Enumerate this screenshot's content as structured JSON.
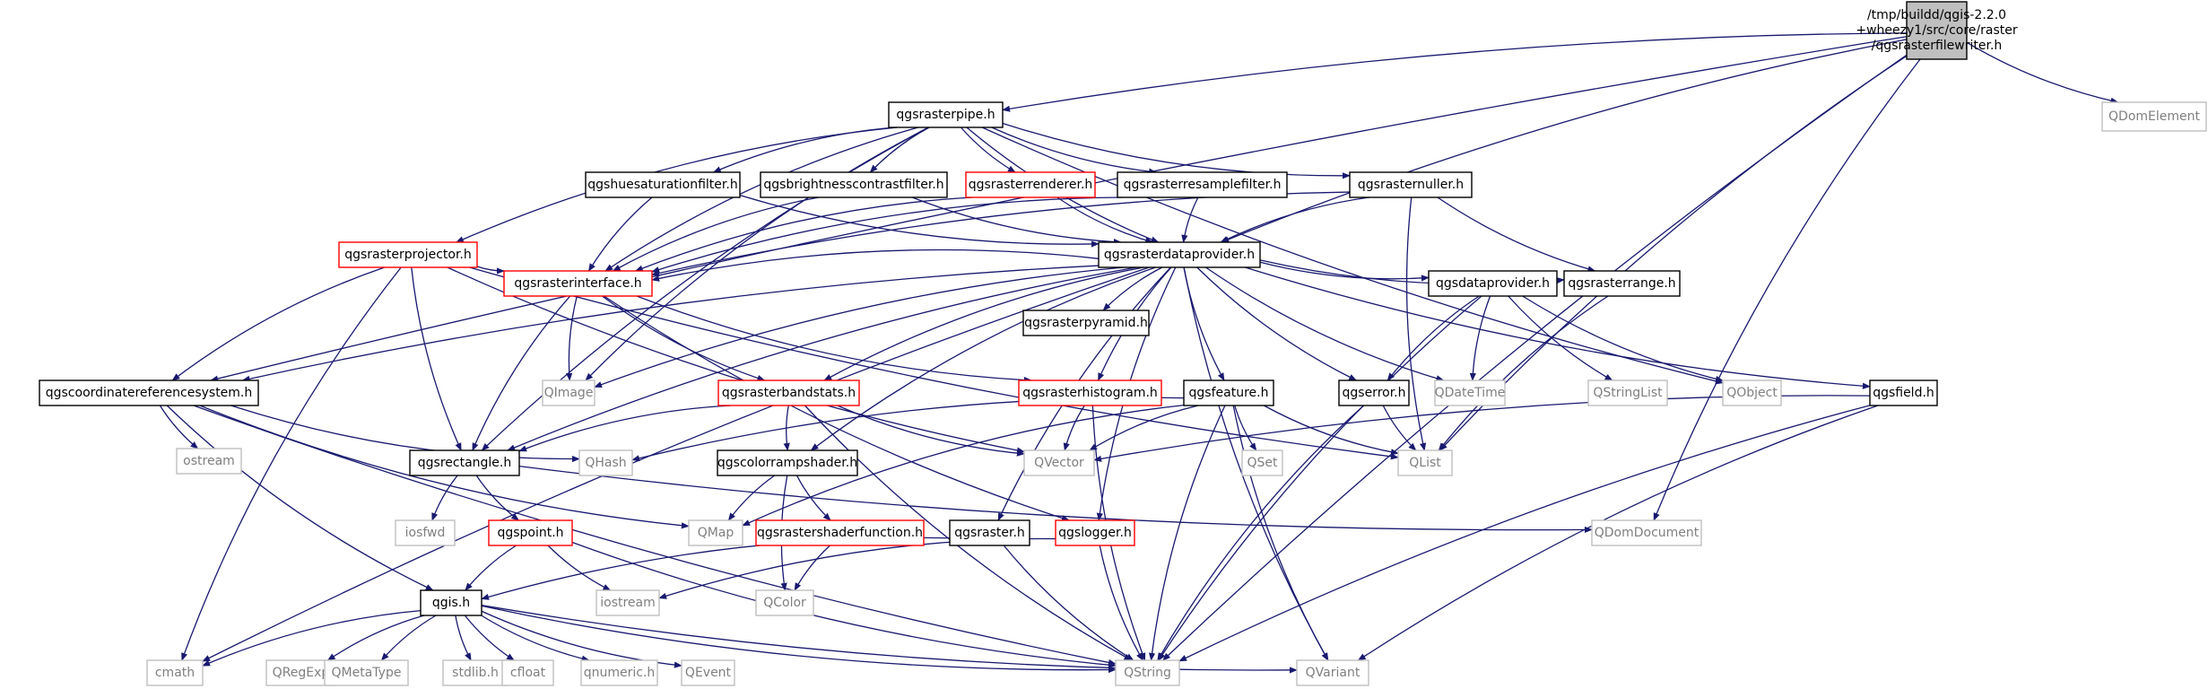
{
  "graph": {
    "nodes": [
      {
        "id": "root",
        "lines": [
          "/tmp/buildd/qgis-2.2.0",
          "+wheezy1/src/core/raster",
          "/qgsrasterfilewriter.h"
        ],
        "style": "root"
      },
      {
        "id": "qdomelement",
        "lines": [
          "QDomElement"
        ],
        "style": "gray"
      },
      {
        "id": "qgsrasterpipe",
        "lines": [
          "qgsrasterpipe.h"
        ],
        "style": "black"
      },
      {
        "id": "qgshuesaturationfilter",
        "lines": [
          "qgshuesaturationfilter.h"
        ],
        "style": "black"
      },
      {
        "id": "qgsbrightnesscontrastfilter",
        "lines": [
          "qgsbrightnesscontrastfilter.h"
        ],
        "style": "black"
      },
      {
        "id": "qgsrasterrenderer",
        "lines": [
          "qgsrasterrenderer.h"
        ],
        "style": "red"
      },
      {
        "id": "qgsrasterresamplefilter",
        "lines": [
          "qgsrasterresamplefilter.h"
        ],
        "style": "black"
      },
      {
        "id": "qgsrasternuller",
        "lines": [
          "qgsrasternuller.h"
        ],
        "style": "black"
      },
      {
        "id": "qgsrasterprojector",
        "lines": [
          "qgsrasterprojector.h"
        ],
        "style": "red"
      },
      {
        "id": "qgsrasterdataprovider",
        "lines": [
          "qgsrasterdataprovider.h"
        ],
        "style": "black"
      },
      {
        "id": "qgsrasterinterface",
        "lines": [
          "qgsrasterinterface.h"
        ],
        "style": "red"
      },
      {
        "id": "qgsrasterpyramid",
        "lines": [
          "qgsrasterpyramid.h"
        ],
        "style": "black"
      },
      {
        "id": "qgsdataprovider",
        "lines": [
          "qgsdataprovider.h"
        ],
        "style": "black"
      },
      {
        "id": "qgsrasterrange",
        "lines": [
          "qgsrasterrange.h"
        ],
        "style": "black"
      },
      {
        "id": "qgsfield",
        "lines": [
          "qgsfield.h"
        ],
        "style": "black"
      },
      {
        "id": "qimage",
        "lines": [
          "QImage"
        ],
        "style": "gray"
      },
      {
        "id": "qgscoordinatereferencesystem",
        "lines": [
          "qgscoordinatereferencesystem.h"
        ],
        "style": "black"
      },
      {
        "id": "qgsrasterbandstats",
        "lines": [
          "qgsrasterbandstats.h"
        ],
        "style": "red"
      },
      {
        "id": "qgsrasterhistogram",
        "lines": [
          "qgsrasterhistogram.h"
        ],
        "style": "red"
      },
      {
        "id": "qgsfeature",
        "lines": [
          "qgsfeature.h"
        ],
        "style": "black"
      },
      {
        "id": "qgserror",
        "lines": [
          "qgserror.h"
        ],
        "style": "black"
      },
      {
        "id": "qdatetime",
        "lines": [
          "QDateTime"
        ],
        "style": "gray"
      },
      {
        "id": "qstringlist",
        "lines": [
          "QStringList"
        ],
        "style": "gray"
      },
      {
        "id": "qobject",
        "lines": [
          "QObject"
        ],
        "style": "gray"
      },
      {
        "id": "ostream",
        "lines": [
          "ostream"
        ],
        "style": "gray"
      },
      {
        "id": "qgsrectangle",
        "lines": [
          "qgsrectangle.h"
        ],
        "style": "black"
      },
      {
        "id": "qhash",
        "lines": [
          "QHash"
        ],
        "style": "gray"
      },
      {
        "id": "qgscolorrampshader",
        "lines": [
          "qgscolorrampshader.h"
        ],
        "style": "black"
      },
      {
        "id": "qvector",
        "lines": [
          "QVector"
        ],
        "style": "gray"
      },
      {
        "id": "qset",
        "lines": [
          "QSet"
        ],
        "style": "gray"
      },
      {
        "id": "qlist",
        "lines": [
          "QList"
        ],
        "style": "gray"
      },
      {
        "id": "iosfwd",
        "lines": [
          "iosfwd"
        ],
        "style": "gray"
      },
      {
        "id": "qgspoint",
        "lines": [
          "qgspoint.h"
        ],
        "style": "red"
      },
      {
        "id": "qmap",
        "lines": [
          "QMap"
        ],
        "style": "gray"
      },
      {
        "id": "qgsrastershaderfunction",
        "lines": [
          "qgsrastershaderfunction.h"
        ],
        "style": "red"
      },
      {
        "id": "qgsraster",
        "lines": [
          "qgsraster.h"
        ],
        "style": "black"
      },
      {
        "id": "qgslogger",
        "lines": [
          "qgslogger.h"
        ],
        "style": "red"
      },
      {
        "id": "qdomdocument",
        "lines": [
          "QDomDocument"
        ],
        "style": "gray"
      },
      {
        "id": "iostream",
        "lines": [
          "iostream"
        ],
        "style": "gray"
      },
      {
        "id": "qcolor",
        "lines": [
          "QColor"
        ],
        "style": "gray"
      },
      {
        "id": "qgis",
        "lines": [
          "qgis.h"
        ],
        "style": "black"
      },
      {
        "id": "cmath",
        "lines": [
          "cmath"
        ],
        "style": "gray"
      },
      {
        "id": "qregexp",
        "lines": [
          "QRegExp"
        ],
        "style": "gray"
      },
      {
        "id": "qmetatype",
        "lines": [
          "QMetaType"
        ],
        "style": "gray"
      },
      {
        "id": "stdlib",
        "lines": [
          "stdlib.h"
        ],
        "style": "gray"
      },
      {
        "id": "cfloat",
        "lines": [
          "cfloat"
        ],
        "style": "gray"
      },
      {
        "id": "qnumeric",
        "lines": [
          "qnumeric.h"
        ],
        "style": "gray"
      },
      {
        "id": "qevent",
        "lines": [
          "QEvent"
        ],
        "style": "gray"
      },
      {
        "id": "qstring",
        "lines": [
          "QString"
        ],
        "style": "gray"
      },
      {
        "id": "qvariant",
        "lines": [
          "QVariant"
        ],
        "style": "gray"
      }
    ],
    "edges": [
      [
        "root",
        "qgsrasterpipe"
      ],
      [
        "root",
        "qgscoordinatereferencesystem"
      ],
      [
        "root",
        "qgsrasterdataprovider"
      ],
      [
        "root",
        "qdomelement"
      ],
      [
        "root",
        "qdomdocument"
      ],
      [
        "root",
        "qstring"
      ],
      [
        "root",
        "qlist"
      ],
      [
        "qgsrasterpipe",
        "qgshuesaturationfilter"
      ],
      [
        "qgsrasterpipe",
        "qgsbrightnesscontrastfilter"
      ],
      [
        "qgsrasterpipe",
        "qgsrasterrenderer"
      ],
      [
        "qgsrasterpipe",
        "qgsrasterresamplefilter"
      ],
      [
        "qgsrasterpipe",
        "qgsrasternuller"
      ],
      [
        "qgsrasterpipe",
        "qgsrasterprojector"
      ],
      [
        "qgsrasterpipe",
        "qgsrasterdataprovider"
      ],
      [
        "qgsrasterpipe",
        "qgsrasterinterface"
      ],
      [
        "qgsrasterpipe",
        "qimage"
      ],
      [
        "qgsrasterpipe",
        "qgsrectangle"
      ],
      [
        "qgsrasterpipe",
        "qobject"
      ],
      [
        "qgshuesaturationfilter",
        "qgsrasterdataprovider"
      ],
      [
        "qgshuesaturationfilter",
        "qgsrasterinterface"
      ],
      [
        "qgsbrightnesscontrastfilter",
        "qgsrasterdataprovider"
      ],
      [
        "qgsbrightnesscontrastfilter",
        "qgsrasterinterface"
      ],
      [
        "qgsrasterrenderer",
        "qgsrasterdataprovider"
      ],
      [
        "qgsrasterrenderer",
        "qgsrasterinterface"
      ],
      [
        "qgsrasterresamplefilter",
        "qgsrasterdataprovider"
      ],
      [
        "qgsrasterresamplefilter",
        "qgsrasterinterface"
      ],
      [
        "qgsrasternuller",
        "qgsrasterdataprovider"
      ],
      [
        "qgsrasternuller",
        "qgsrasterinterface"
      ],
      [
        "qgsrasternuller",
        "qgsrasterrange"
      ],
      [
        "qgsrasternuller",
        "qlist"
      ],
      [
        "qgsrasterprojector",
        "qgsrasterinterface"
      ],
      [
        "qgsrasterprojector",
        "qgscoordinatereferencesystem"
      ],
      [
        "qgsrasterprojector",
        "qgsrectangle"
      ],
      [
        "qgsrasterprojector",
        "cmath"
      ],
      [
        "qgsrasterprojector",
        "qvector"
      ],
      [
        "qgsrasterprojector",
        "qlist"
      ],
      [
        "qgsrasterdataprovider",
        "qgsrasterinterface"
      ],
      [
        "qgsrasterdataprovider",
        "qgsrasterpyramid"
      ],
      [
        "qgsrasterdataprovider",
        "qgsdataprovider"
      ],
      [
        "qgsrasterdataprovider",
        "qgsrasterrange"
      ],
      [
        "qgsrasterdataprovider",
        "qgsfield"
      ],
      [
        "qgsrasterdataprovider",
        "qimage"
      ],
      [
        "qgsrasterdataprovider",
        "qgscoordinatereferencesystem"
      ],
      [
        "qgsrasterdataprovider",
        "qgsrasterbandstats"
      ],
      [
        "qgsrasterdataprovider",
        "qgsrasterhistogram"
      ],
      [
        "qgsrasterdataprovider",
        "qgsfeature"
      ],
      [
        "qgsrasterdataprovider",
        "qgserror"
      ],
      [
        "qgsrasterdataprovider",
        "qdatetime"
      ],
      [
        "qgsrasterdataprovider",
        "qgsrectangle"
      ],
      [
        "qgsrasterdataprovider",
        "qgscolorrampshader"
      ],
      [
        "qgsrasterdataprovider",
        "qgsraster"
      ],
      [
        "qgsrasterdataprovider",
        "qgslogger"
      ],
      [
        "qgsrasterdataprovider",
        "cmath"
      ],
      [
        "qgsrasterdataprovider",
        "qvariant"
      ],
      [
        "qgsrasterinterface",
        "qgsrasterbandstats"
      ],
      [
        "qgsrasterinterface",
        "qgsrasterhistogram"
      ],
      [
        "qgsrasterinterface",
        "qimage"
      ],
      [
        "qgsrasterinterface",
        "qgsrectangle"
      ],
      [
        "qgsrasterinterface",
        "qgslogger"
      ],
      [
        "qgsdataprovider",
        "qgserror"
      ],
      [
        "qgsdataprovider",
        "qdatetime"
      ],
      [
        "qgsdataprovider",
        "qstringlist"
      ],
      [
        "qgsdataprovider",
        "qobject"
      ],
      [
        "qgsdataprovider",
        "qstring"
      ],
      [
        "qgsrasterrange",
        "qlist"
      ],
      [
        "qgsfield",
        "qvector"
      ],
      [
        "qgsfield",
        "qstring"
      ],
      [
        "qgsfield",
        "qvariant"
      ],
      [
        "qgscoordinatereferencesystem",
        "ostream"
      ],
      [
        "qgscoordinatereferencesystem",
        "qhash"
      ],
      [
        "qgscoordinatereferencesystem",
        "qgis"
      ],
      [
        "qgscoordinatereferencesystem",
        "qmap"
      ],
      [
        "qgscoordinatereferencesystem",
        "qstring"
      ],
      [
        "qgsrasterbandstats",
        "qgsrectangle"
      ],
      [
        "qgsrasterbandstats",
        "qgscolorrampshader"
      ],
      [
        "qgsrasterbandstats",
        "qvector"
      ],
      [
        "qgsrasterbandstats",
        "qstring"
      ],
      [
        "qgsrasterhistogram",
        "qvector"
      ],
      [
        "qgsrasterhistogram",
        "qstring"
      ],
      [
        "qgsfeature",
        "qvector"
      ],
      [
        "qgsfeature",
        "qset"
      ],
      [
        "qgsfeature",
        "qlist"
      ],
      [
        "qgsfeature",
        "qhash"
      ],
      [
        "qgsfeature",
        "qmap"
      ],
      [
        "qgsfeature",
        "qstring"
      ],
      [
        "qgsfeature",
        "qvariant"
      ],
      [
        "qgserror",
        "qlist"
      ],
      [
        "qgserror",
        "qstring"
      ],
      [
        "qgsrectangle",
        "iosfwd"
      ],
      [
        "qgsrectangle",
        "qgspoint"
      ],
      [
        "qgsrectangle",
        "qdomdocument"
      ],
      [
        "qgscolorrampshader",
        "qmap"
      ],
      [
        "qgscolorrampshader",
        "qgsrastershaderfunction"
      ],
      [
        "qgscolorrampshader",
        "qcolor"
      ],
      [
        "qgsrastershaderfunction",
        "qcolor"
      ],
      [
        "qgspoint",
        "qgis"
      ],
      [
        "qgspoint",
        "iostream"
      ],
      [
        "qgspoint",
        "qstring"
      ],
      [
        "qgsraster",
        "qgis"
      ],
      [
        "qgsraster",
        "qstring"
      ],
      [
        "qgslogger",
        "iostream"
      ],
      [
        "qgslogger",
        "qstring"
      ],
      [
        "qgis",
        "cmath"
      ],
      [
        "qgis",
        "qregexp"
      ],
      [
        "qgis",
        "qmetatype"
      ],
      [
        "qgis",
        "stdlib"
      ],
      [
        "qgis",
        "cfloat"
      ],
      [
        "qgis",
        "qnumeric"
      ],
      [
        "qgis",
        "qevent"
      ],
      [
        "qgis",
        "qstring"
      ],
      [
        "qgis",
        "qvariant"
      ]
    ]
  }
}
